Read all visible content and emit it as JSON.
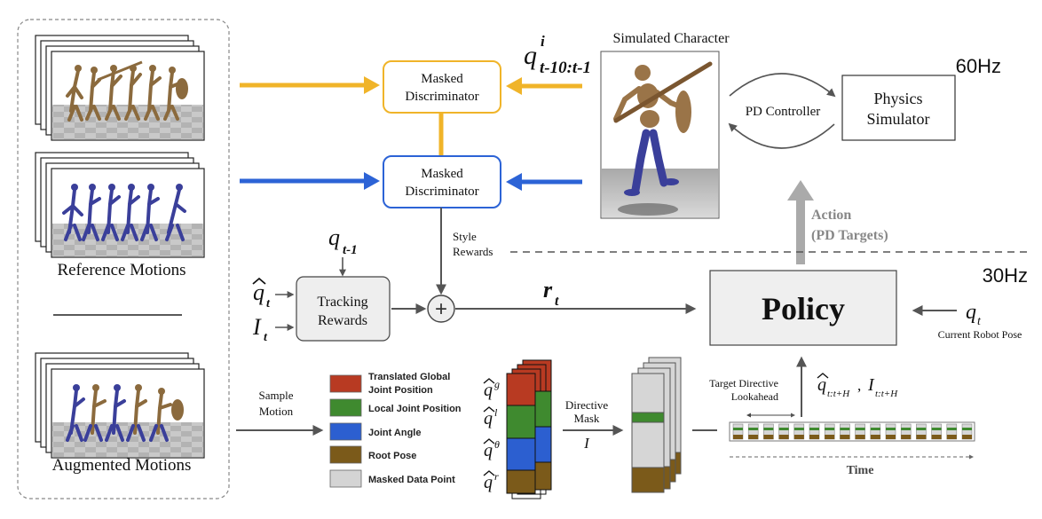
{
  "left_panel": {
    "reference_label": "Reference Motions",
    "augmented_label": "Augmented Motions"
  },
  "discriminators": {
    "top_line1": "Masked",
    "top_line2": "Discriminator",
    "bottom_line1": "Masked",
    "bottom_line2": "Discriminator",
    "top_color": "#f0b429",
    "bottom_color": "#2c63d6"
  },
  "history_obs": {
    "symbol": "q",
    "superscript": "i",
    "subscript": "t-10:t-1"
  },
  "simulated_character_label": "Simulated Character",
  "rate_top": "60Hz",
  "rate_bottom": "30Hz",
  "pd_controller_label": "PD Controller",
  "physics_simulator": {
    "line1": "Physics",
    "line2": "Simulator"
  },
  "action": {
    "line1": "Action",
    "line2": "(PD Targets)"
  },
  "style_rewards": {
    "line1": "Style",
    "line2": "Rewards"
  },
  "tracking_rewards": {
    "line1": "Tracking",
    "line2": "Rewards"
  },
  "tracking_inputs": {
    "q_prev": {
      "symbol": "q",
      "subscript": "t-1"
    },
    "q_hat": {
      "symbol": "q",
      "subscript": "t"
    },
    "mask": {
      "symbol": "I",
      "subscript": "t"
    }
  },
  "sum_symbol": "+",
  "reward": {
    "symbol": "r",
    "subscript": "t"
  },
  "policy_label": "Policy",
  "current_pose": {
    "symbol": "q",
    "subscript": "t",
    "caption": "Current Robot Pose"
  },
  "sample_motion": {
    "line1": "Sample",
    "line2": "Motion"
  },
  "legend": [
    {
      "label_line1": "Translated Global",
      "label_line2": "Joint Position",
      "color": "#b83a22"
    },
    {
      "label_line1": "Local Joint Position",
      "label_line2": "",
      "color": "#3f8a2f"
    },
    {
      "label_line1": "Joint Angle",
      "label_line2": "",
      "color": "#2c5fd0"
    },
    {
      "label_line1": "Root Pose",
      "label_line2": "",
      "color": "#7b5a1a"
    },
    {
      "label_line1": "Masked Data Point",
      "label_line2": "",
      "color": "#d4d4d4"
    }
  ],
  "stack_labels": [
    {
      "symbol": "q",
      "superscript": "g"
    },
    {
      "symbol": "q",
      "superscript": "l"
    },
    {
      "symbol": "q",
      "superscript": "θ"
    },
    {
      "symbol": "q",
      "superscript": "r"
    }
  ],
  "directive_mask": {
    "line1": "Directive",
    "line2": "Mask",
    "symbol": "I"
  },
  "lookahead": {
    "line1": "Target Directive",
    "line2": "Lookahead"
  },
  "lookahead_inputs": {
    "q_sub": "t:t+H",
    "i_sub": "t:t+H"
  },
  "time_label": "Time"
}
